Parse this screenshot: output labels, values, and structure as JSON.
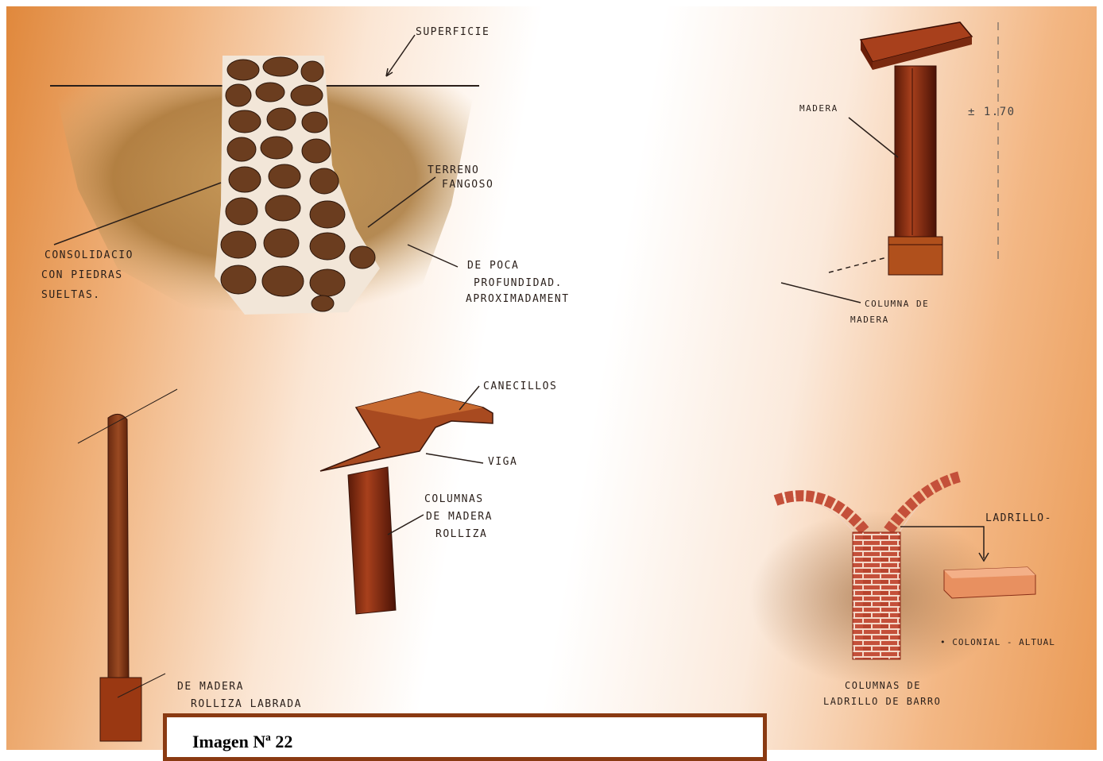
{
  "labels": {
    "superficie": "SUPERFICIE",
    "terreno_1": "TERRENO",
    "terreno_2": "FANGOSO",
    "consolidacion_1": "CONSOLIDACIO",
    "consolidacion_2": "CON PIEDRAS",
    "consolidacion_3": "SUELTAS.",
    "profundidad_1": "DE POCA",
    "profundidad_2": "PROFUNDIDAD.",
    "profundidad_3": "APROXIMADAMENT",
    "madera": "MADERA",
    "dimension": "± 1.70",
    "columna_madera_1": "COLUMNA DE",
    "columna_madera_2": "MADERA",
    "canecillos": "CANECILLOS",
    "viga": "VIGA",
    "columnas_rolliza_1": "COLUMNAS",
    "columnas_rolliza_2": "DE MADERA",
    "columnas_rolliza_3": "ROLLIZA",
    "ladrillo": "LADRILLO-",
    "colonial_actual": "• COLONIAL - ALTUAL",
    "columnas_ladrillo_1": "COLUMNAS DE",
    "columnas_ladrillo_2": "LADRILLO DE BARRO",
    "labrada_1": "DE MADERA",
    "labrada_2": "ROLLIZA LABRADA"
  },
  "caption": "Imagen Nª 22",
  "colors": {
    "border": "#8a3a12",
    "earth": "#a06a2c",
    "stone": "#6b3d1f",
    "wood": "#8a2c12",
    "brick": "#c0503a"
  }
}
